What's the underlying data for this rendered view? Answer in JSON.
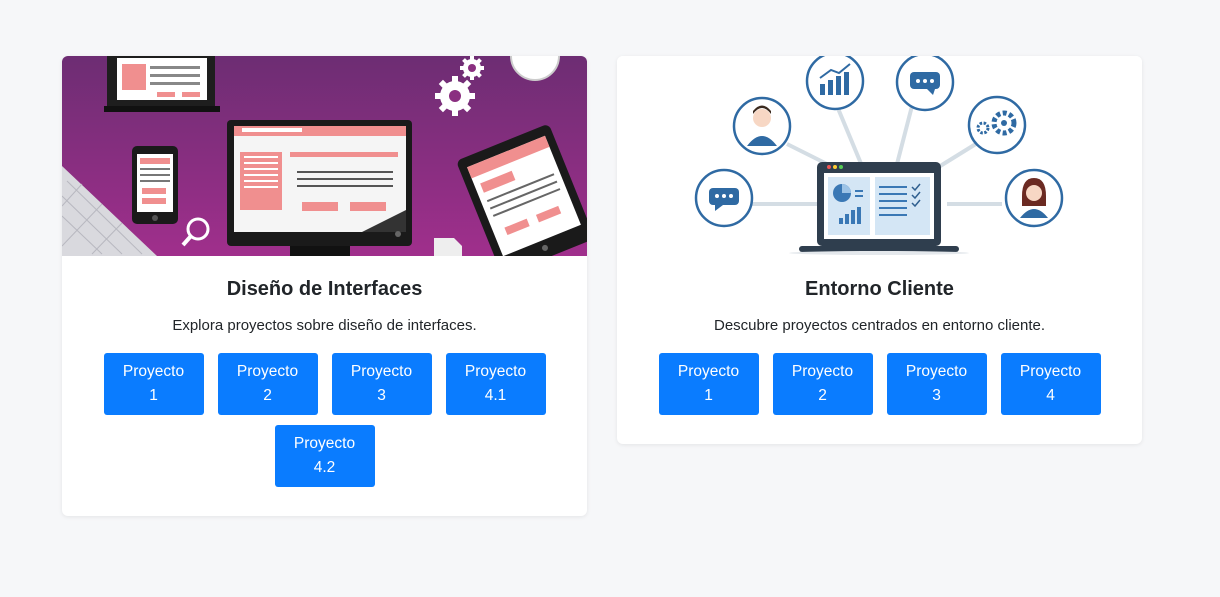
{
  "cards": [
    {
      "image_icon": "web-design-devices-illustration",
      "title": "Diseño de Interfaces",
      "description": "Explora proyectos sobre diseño de interfaces.",
      "buttons": [
        {
          "line1": "Proyecto",
          "line2": "1"
        },
        {
          "line1": "Proyecto",
          "line2": "2"
        },
        {
          "line1": "Proyecto",
          "line2": "3"
        },
        {
          "line1": "Proyecto",
          "line2": "4.1"
        },
        {
          "line1": "Proyecto",
          "line2": "4.2"
        }
      ]
    },
    {
      "image_icon": "client-network-laptop-illustration",
      "title": "Entorno Cliente",
      "description": "Descubre proyectos centrados en entorno cliente.",
      "buttons": [
        {
          "line1": "Proyecto",
          "line2": "1"
        },
        {
          "line1": "Proyecto",
          "line2": "2"
        },
        {
          "line1": "Proyecto",
          "line2": "3"
        },
        {
          "line1": "Proyecto",
          "line2": "4"
        }
      ]
    }
  ],
  "colors": {
    "page_background": "#f6f7f9",
    "button": "#0a7cff",
    "illustration_purple": "#7a2f7e",
    "illustration_blue": "#2f6aa3"
  }
}
